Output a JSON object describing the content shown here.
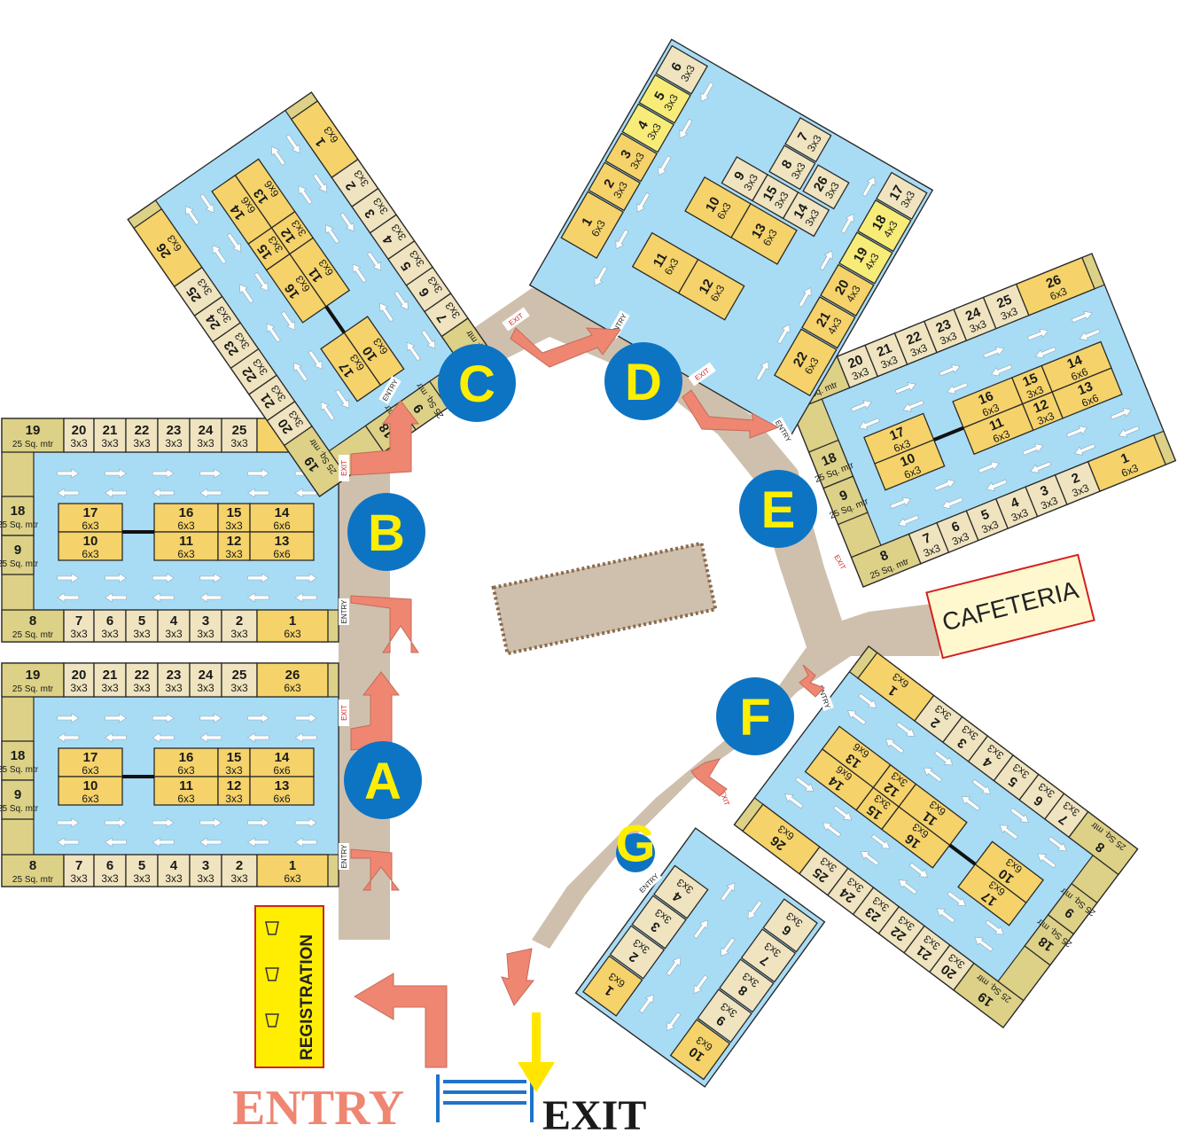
{
  "halls": [
    {
      "letter": "A"
    },
    {
      "letter": "B"
    },
    {
      "letter": "C"
    },
    {
      "letter": "D"
    },
    {
      "letter": "E"
    },
    {
      "letter": "F"
    },
    {
      "letter": "G"
    }
  ],
  "row_block": {
    "top": [
      {
        "num": "19",
        "size": "25 Sq. mtr"
      },
      {
        "num": "20",
        "size": "3x3"
      },
      {
        "num": "21",
        "size": "3x3"
      },
      {
        "num": "22",
        "size": "3x3"
      },
      {
        "num": "23",
        "size": "3x3"
      },
      {
        "num": "24",
        "size": "3x3"
      },
      {
        "num": "25",
        "size": "3x3"
      },
      {
        "num": "26",
        "size": "6x3"
      }
    ],
    "left_upper": {
      "num": "18",
      "size": "25 Sq. mtr"
    },
    "left_lower": {
      "num": "9",
      "size": "25 Sq. mtr"
    },
    "island_upper": [
      {
        "num": "17",
        "size": "6x3"
      },
      {
        "num": "16",
        "size": "6x3"
      },
      {
        "num": "15",
        "size": "3x3"
      },
      {
        "num": "14",
        "size": "6x6"
      }
    ],
    "island_lower": [
      {
        "num": "10",
        "size": "6x3"
      },
      {
        "num": "11",
        "size": "6x3"
      },
      {
        "num": "12",
        "size": "3x3"
      },
      {
        "num": "13",
        "size": "6x6"
      }
    ],
    "bottom": [
      {
        "num": "8",
        "size": "25 Sq. mtr"
      },
      {
        "num": "7",
        "size": "3x3"
      },
      {
        "num": "6",
        "size": "3x3"
      },
      {
        "num": "5",
        "size": "3x3"
      },
      {
        "num": "4",
        "size": "3x3"
      },
      {
        "num": "3",
        "size": "3x3"
      },
      {
        "num": "2",
        "size": "3x3"
      },
      {
        "num": "1",
        "size": "6x3"
      }
    ]
  },
  "hall_d": {
    "left": [
      {
        "num": "6",
        "size": "3x3"
      },
      {
        "num": "5",
        "size": "3x3"
      },
      {
        "num": "4",
        "size": "3x3"
      },
      {
        "num": "3",
        "size": "3x3"
      },
      {
        "num": "2",
        "size": "3x3"
      },
      {
        "num": "1",
        "size": "6x3"
      }
    ],
    "middle": [
      {
        "num": "7",
        "size": "3x3"
      },
      {
        "num": "8",
        "size": "3x3"
      },
      {
        "num": "26",
        "size": "3x3"
      },
      {
        "num": "9",
        "size": "3x3"
      },
      {
        "num": "15",
        "size": "3x3"
      },
      {
        "num": "14",
        "size": "3x3"
      },
      {
        "num": "10",
        "size": "6x3"
      },
      {
        "num": "13",
        "size": "6x3"
      },
      {
        "num": "11",
        "size": "6x3"
      },
      {
        "num": "12",
        "size": "6x3"
      }
    ],
    "right": [
      {
        "num": "17",
        "size": "3x3"
      },
      {
        "num": "18",
        "size": "4x3"
      },
      {
        "num": "19",
        "size": "4x3"
      },
      {
        "num": "20",
        "size": "4x3"
      },
      {
        "num": "21",
        "size": "4x3"
      },
      {
        "num": "22",
        "size": "6x3"
      }
    ]
  },
  "hall_g": {
    "booths": [
      {
        "num": "1",
        "size": "6x3"
      },
      {
        "num": "2",
        "size": "3x3"
      },
      {
        "num": "3",
        "size": "3x3"
      },
      {
        "num": "4",
        "size": "3x3"
      },
      {
        "num": "10",
        "size": "6x3"
      },
      {
        "num": "9",
        "size": "3x3"
      },
      {
        "num": "8",
        "size": "3x3"
      },
      {
        "num": "7",
        "size": "3x3"
      },
      {
        "num": "6",
        "size": "3x3"
      }
    ]
  },
  "labels": {
    "entry_small": "ENTRY",
    "exit_small": "EXIT",
    "cafeteria": "CAFETERIA",
    "registration": "REGISTRATION",
    "main_entry": "ENTRY",
    "main_exit": "EXIT"
  },
  "colors": {
    "hall_fill": "#a8dcf5",
    "booth_gold": "#f5d36a",
    "booth_tan": "#efe4bf",
    "corner_olive": "#dcd187",
    "walkway": "#cfc0ad",
    "arrow": "#ee8672",
    "marker_blue": "#0d74c4",
    "marker_text": "#ffee00",
    "registration_fill": "#ffee00",
    "registration_border": "#d42020"
  },
  "icons": [
    "arrow-icon",
    "stage-icon",
    "gate-icon",
    "seat-icon"
  ]
}
